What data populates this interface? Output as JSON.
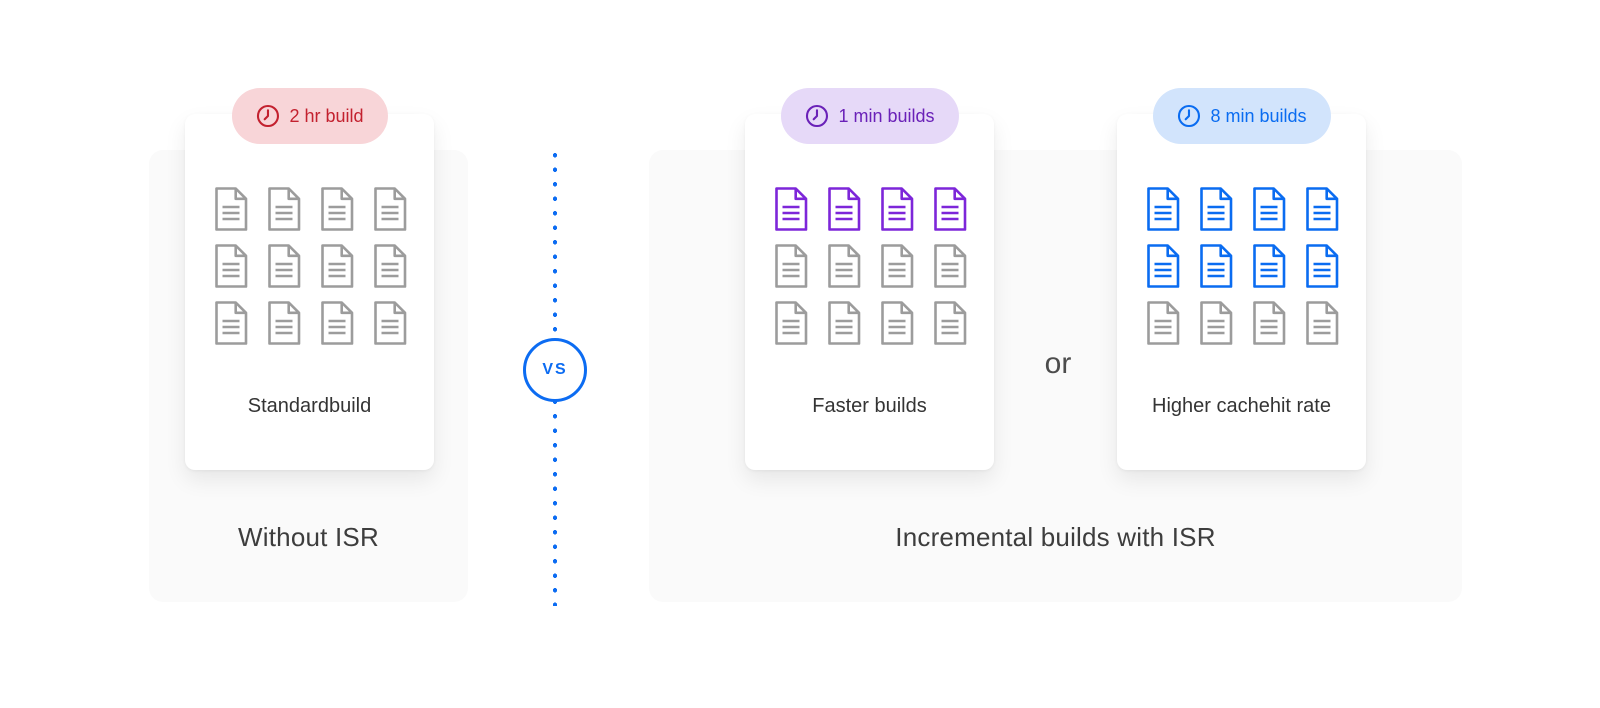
{
  "diagram": {
    "colors": {
      "panel_bg": "#fafafa",
      "divider_blue": "#0c6cf2",
      "red_badge_bg": "#f8d5d8",
      "red_badge_fg": "#c3212f",
      "purple_badge_bg": "#e6d9f8",
      "purple_badge_fg": "#6a21b8",
      "blue_badge_bg": "#d2e4fc",
      "blue_badge_fg": "#0a6cf1",
      "doc_gray": "#9c9c9c",
      "doc_purple": "#7d26d9",
      "doc_blue": "#0a6cf1"
    },
    "divider": {
      "vs_label": "VS"
    },
    "left": {
      "panel_label": "Without ISR",
      "card": {
        "badge": {
          "icon": "clock-icon",
          "label": "2 hr build"
        },
        "caption_lines": [
          "Standard",
          "build"
        ],
        "grid": {
          "rows": 3,
          "cols": 4,
          "highlight_rows": 0,
          "highlight_color": "#9c9c9c",
          "base_color": "#9c9c9c"
        }
      }
    },
    "right": {
      "panel_label": "Incremental builds with ISR",
      "or_label": "or",
      "cards": [
        {
          "badge": {
            "icon": "clock-icon",
            "label": "1 min builds"
          },
          "caption_lines": [
            "Faster builds"
          ],
          "grid": {
            "rows": 3,
            "cols": 4,
            "highlight_rows": 1,
            "highlight_color": "#7d26d9",
            "base_color": "#9c9c9c"
          }
        },
        {
          "badge": {
            "icon": "clock-icon",
            "label": "8 min builds"
          },
          "caption_lines": [
            "Higher cache",
            "hit rate"
          ],
          "grid": {
            "rows": 3,
            "cols": 4,
            "highlight_rows": 2,
            "highlight_color": "#0a6cf1",
            "base_color": "#9c9c9c"
          }
        }
      ]
    }
  }
}
